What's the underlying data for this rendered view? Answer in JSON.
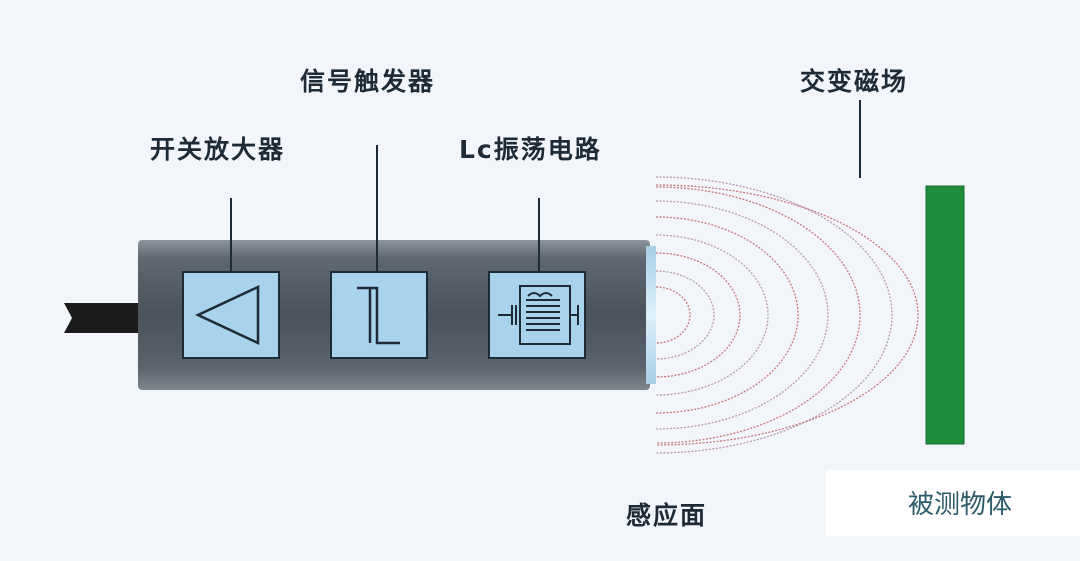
{
  "labels": {
    "switch_amplifier": "开关放大器",
    "signal_trigger": "信号触发器",
    "lc_oscillator": "Lc振荡电路",
    "alternating_field": "交变磁场",
    "sensing_face": "感应面",
    "target_object": "被测物体"
  },
  "colors": {
    "background": "#f2f6fb",
    "sensor_body": "#4d5660",
    "module_fill": "#a8d3ec",
    "field_lines": "#c8777c",
    "target_object": "#1f8d3c",
    "cable": "#1b1b1b"
  },
  "icons": {
    "switch_amplifier": "triangle-amplifier-icon",
    "signal_trigger": "step-pulse-icon",
    "lc_oscillator": "lc-coil-icon"
  }
}
